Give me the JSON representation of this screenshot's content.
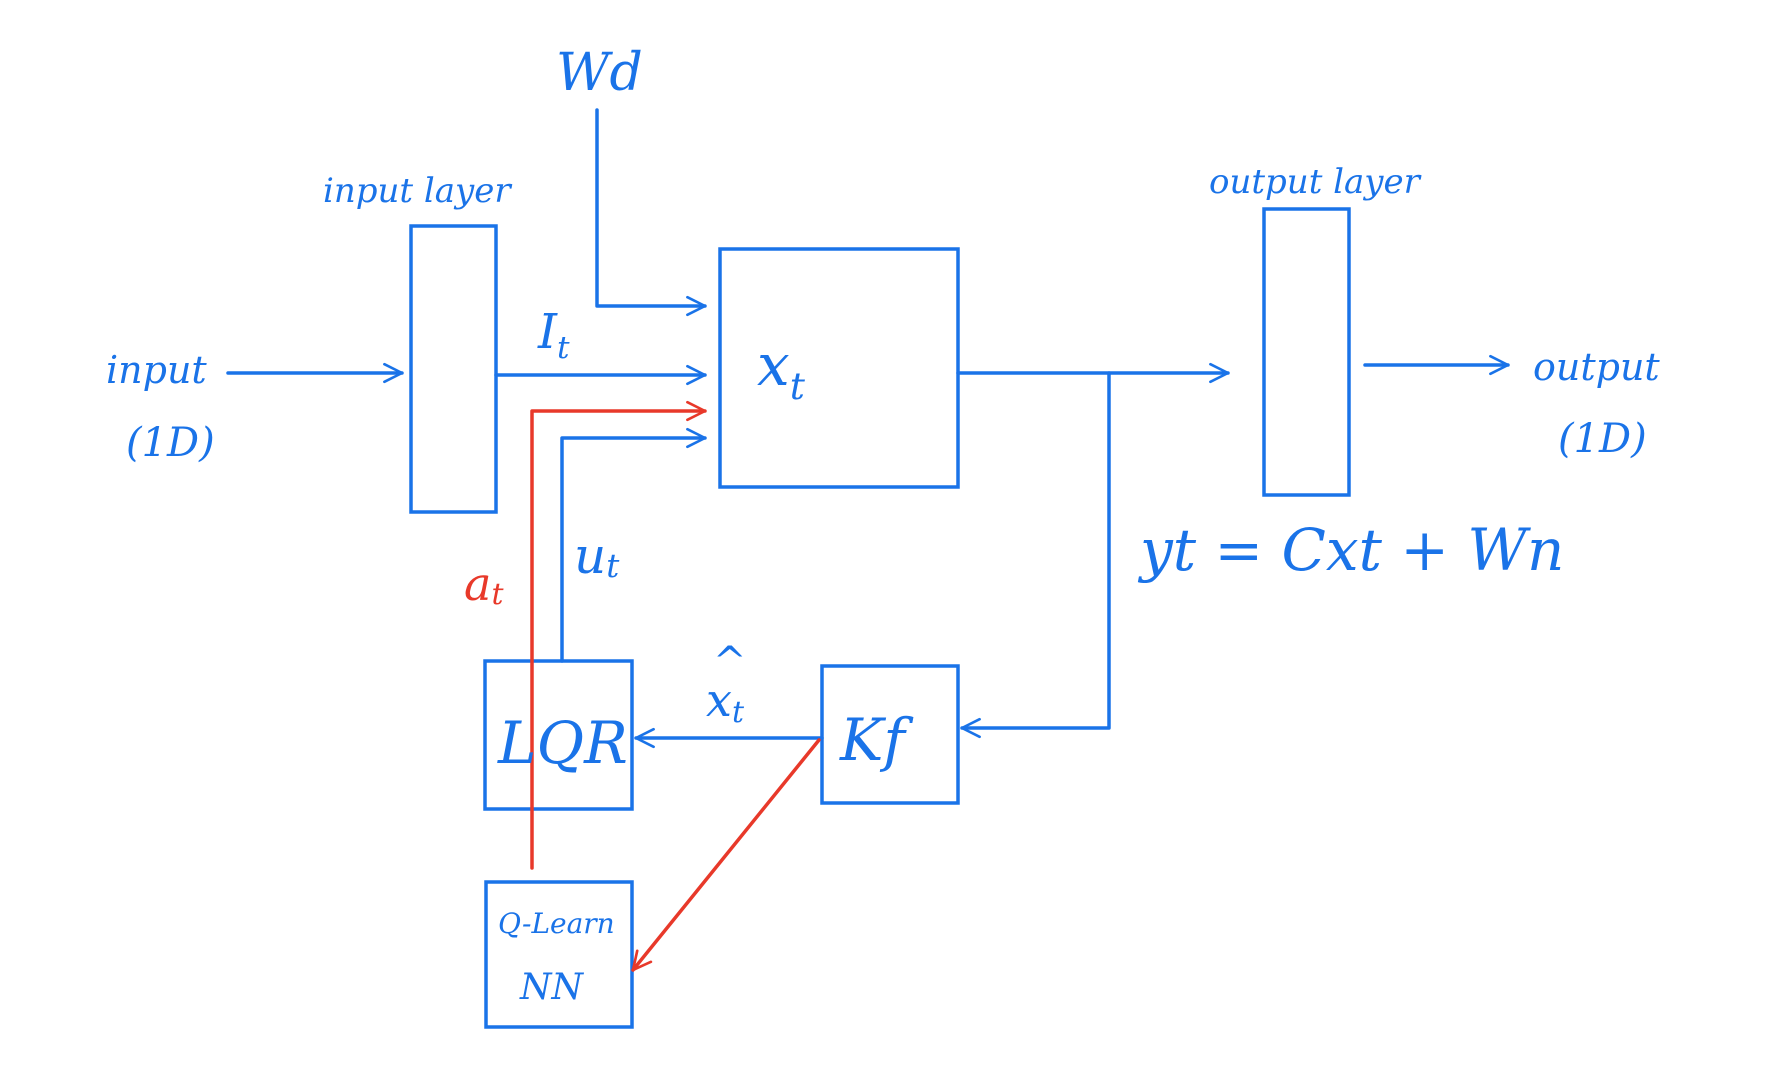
{
  "colors": {
    "primary": "#1a73e8",
    "accent": "#e8392a",
    "background": "#ffffff"
  },
  "labels": {
    "wd": "Wd",
    "input_layer": "input layer",
    "output_layer": "output layer",
    "input": "input",
    "input_dim": "(1D)",
    "output": "output",
    "output_dim": "(1D)",
    "it_main": "I",
    "it_sub": "t",
    "xt_main": "x",
    "xt_sub": "t",
    "ut_main": "u",
    "ut_sub": "t",
    "at_main": "a",
    "at_sub": "t",
    "xhat_main": "x",
    "xhat_hat": "^",
    "xhat_sub": "t",
    "equation": "yt = Cxt + Wn",
    "lqr": "LQR",
    "kf": "Kf",
    "qlearn": "Q-Learn",
    "nn": "NN"
  }
}
